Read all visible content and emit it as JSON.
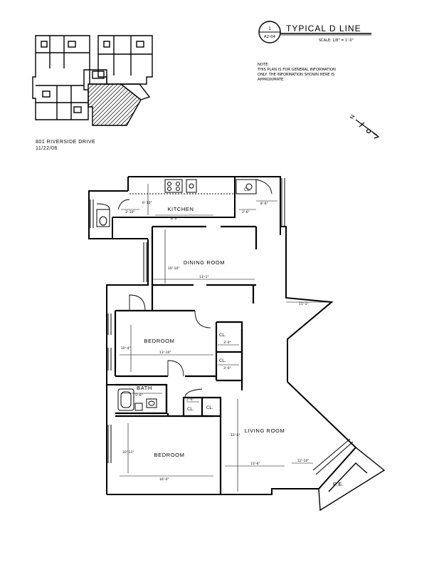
{
  "header": {
    "sheet_number": "1",
    "sheet_ref": "A2-04",
    "title": "TYPICAL D LINE",
    "scale": "SCALE: 1/8\" = 1'-0\""
  },
  "note": {
    "line1": "NOTE:",
    "line2": "THIS PLAN IS FOR GENERAL INFORMATION",
    "line3": "ONLY. THE INFORMATION SHOWN HERE IS",
    "line4": "APPROXIMATE."
  },
  "building": {
    "address": "801 RIVERSIDE DRIVE",
    "date": "11/22/06"
  },
  "north_arrow": {
    "label": "N"
  },
  "rooms": {
    "kitchen": "KITCHEN",
    "dining": "DINING ROOM",
    "bedroom1": "BEDROOM",
    "bath": "BATH",
    "living": "LIVING ROOM",
    "bedroom2": "BEDROOM",
    "closet1": "CL.",
    "closet2": "CL.",
    "closet3": "CL.",
    "closet4": "CL.",
    "closet5": "CL.",
    "terrace": "P.E."
  },
  "dims": {
    "kitchen_w": "8'-0\"",
    "kitchen_h": "6'-10\"",
    "kitchen_c": "3'-10\"",
    "kitchen_d": "2'-6\"",
    "kitchen_e": "8'-6\"",
    "dining_h": "10'-10\"",
    "dining_w": "13'-1\"",
    "hall_w": "11'-1\"",
    "bed1_h": "10'-4\"",
    "bed1_w": "13'-10\"",
    "cl_a": "3'-0\"",
    "cl_b": "3'-0\"",
    "bath_w": "5'-6\"",
    "cl_c": "2'-6\"",
    "living_h": "13'-5\"",
    "living_w": "13'-6\"",
    "living_b": "12'-10\"",
    "bed2_h": "10'-11\"",
    "bed2_w": "16'-0\""
  }
}
